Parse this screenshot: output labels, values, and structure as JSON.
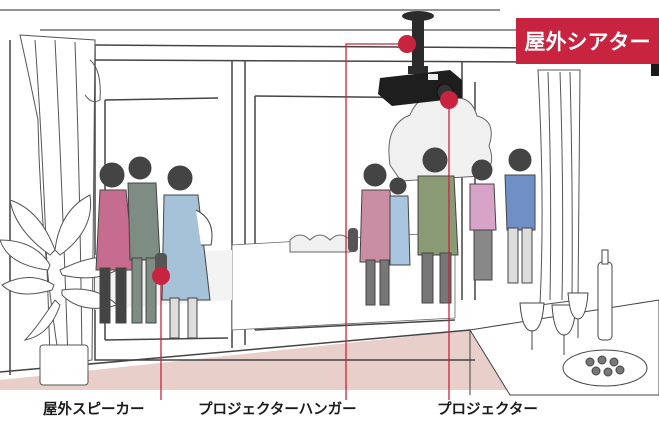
{
  "title": "屋外シアター",
  "labels": {
    "outdoor_speaker": "屋外スピーカー",
    "projector_hanger": "プロジェクターハンガー",
    "projector": "プロジェクター"
  },
  "colors": {
    "accent": "#c8243f",
    "floor": "#e9cfc9",
    "outline": "#333333"
  }
}
